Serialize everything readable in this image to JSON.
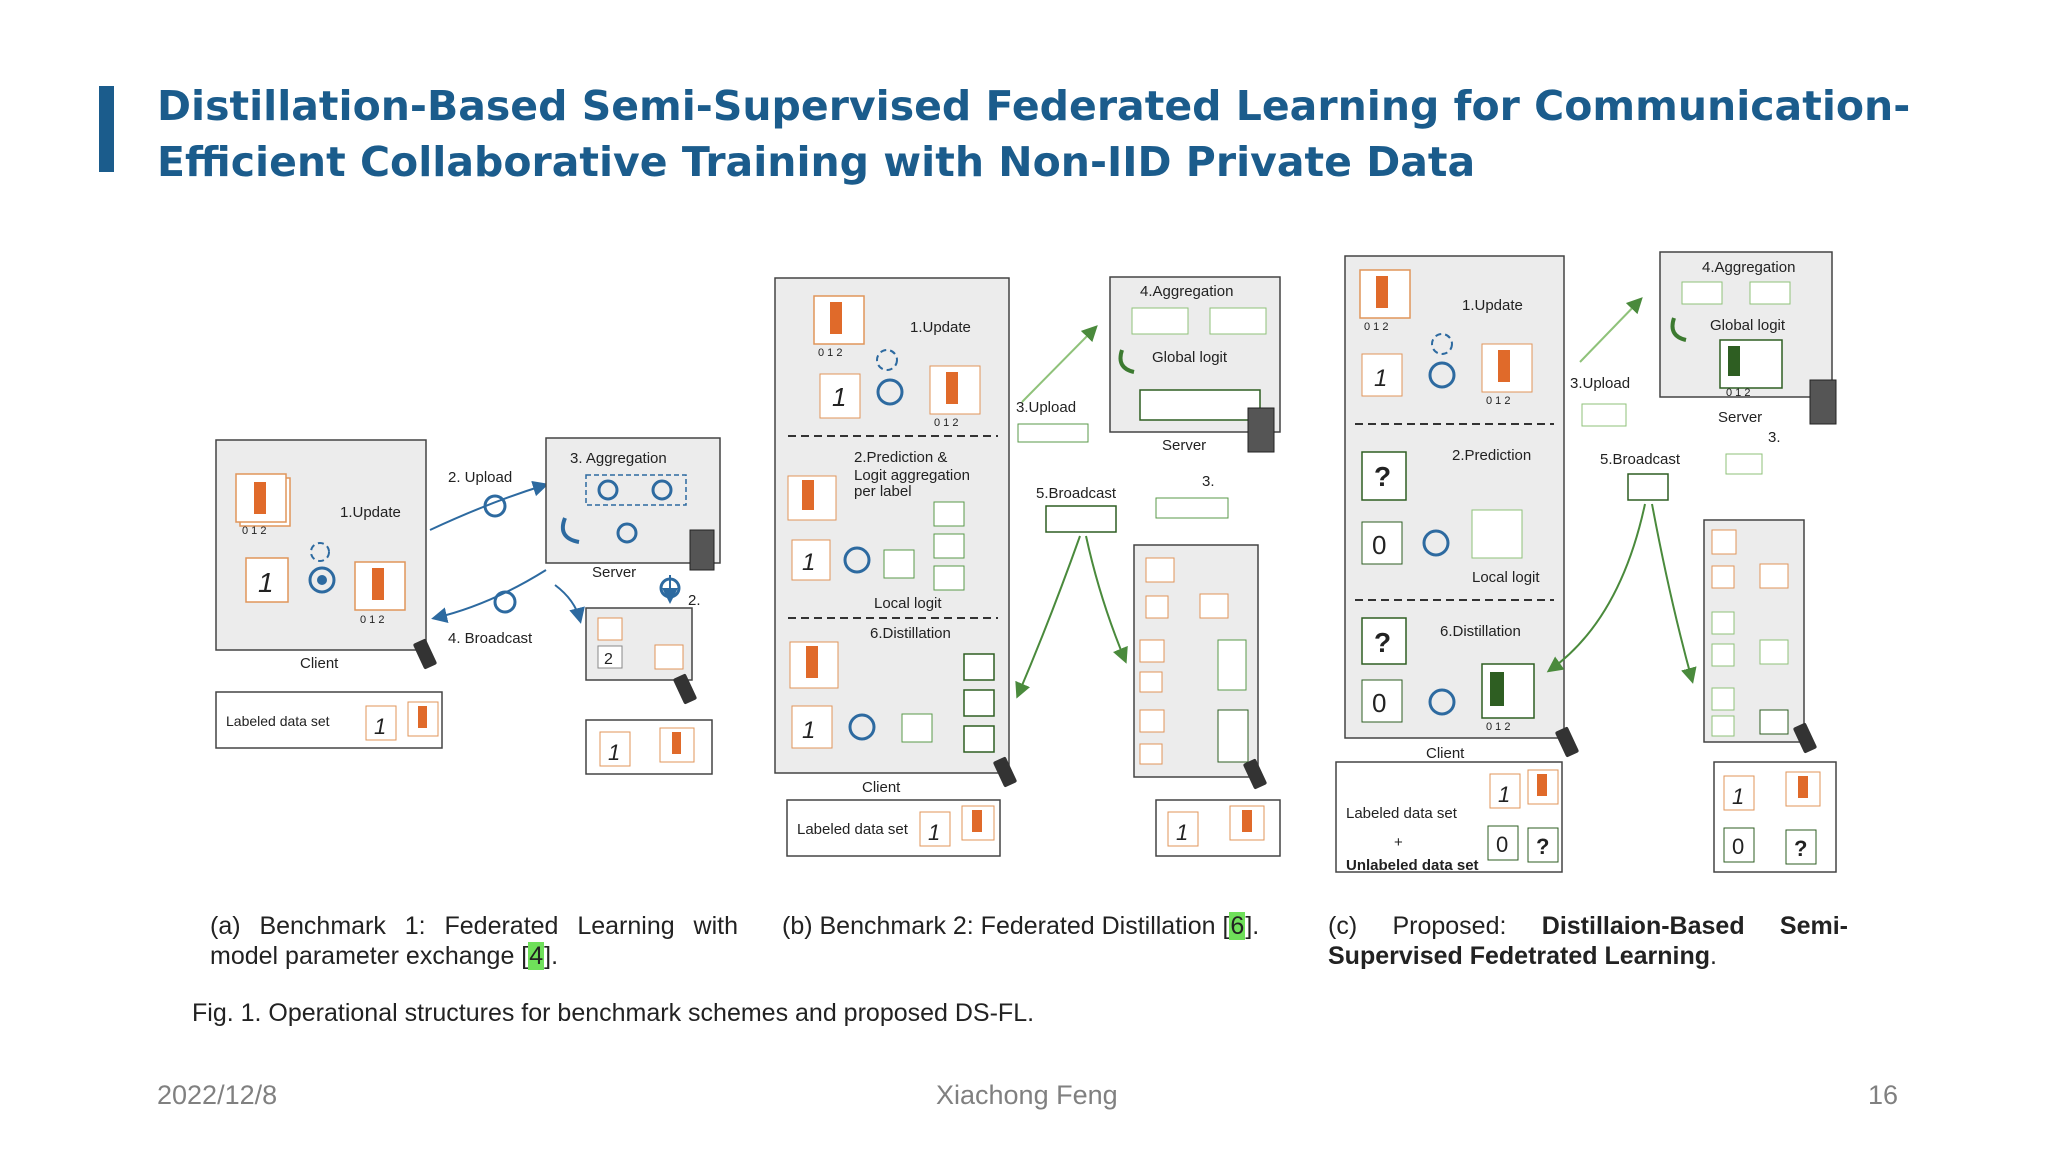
{
  "slide": {
    "title_line1": "Distillation-Based Semi-Supervised Federated Learning for Communication-",
    "title_line2": "Efficient Collaborative Training with Non-IID Private Data",
    "accent_color": "#1b5c8c"
  },
  "panel_a": {
    "update": "1.Update",
    "upload": "2. Upload",
    "aggregation": "3. Aggregation",
    "server": "Server",
    "broadcast": "4. Broadcast",
    "step2": "2.",
    "client": "Client",
    "labeled": "Labeled data set",
    "ticks": "0 1 2",
    "digit": "1",
    "digit2": "2"
  },
  "panel_b": {
    "update": "1.Update",
    "prediction_l1": "2.Prediction &",
    "prediction_l2": "Logit aggregation",
    "prediction_l3": "per label",
    "local_logit": "Local logit",
    "distillation": "6.Distillation",
    "client": "Client",
    "upload": "3.Upload",
    "aggregation": "4.Aggregation",
    "global_logit": "Global logit",
    "server": "Server",
    "broadcast": "5.Broadcast",
    "step3": "3.",
    "labeled": "Labeled data set",
    "ticks": "0 1 2",
    "digit": "1"
  },
  "panel_c": {
    "update": "1.Update",
    "prediction": "2.Prediction",
    "local_logit": "Local logit",
    "distillation": "6.Distillation",
    "client": "Client",
    "upload": "3.Upload",
    "aggregation": "4.Aggregation",
    "global_logit": "Global logit",
    "server": "Server",
    "broadcast": "5.Broadcast",
    "step3": "3.",
    "labeled": "Labeled data set",
    "plus": "+",
    "unlabeled": "Unlabeled data set",
    "question": "?",
    "ticks": "0 1 2",
    "digit": "1",
    "digit0": "0"
  },
  "captions": {
    "a_text1": "(a) Benchmark 1: Federated Learning with model parameter exchange [",
    "a_ref": "4",
    "a_text2": "].",
    "b_text1": "(b) Benchmark 2: Federated Distillation [",
    "b_ref": "6",
    "b_text2": "].",
    "c_text1": "(c) Proposed: ",
    "c_bold": "Distillaion-Based Semi-Supervised Fedetrated Learning",
    "c_text2": ".",
    "fig": "Fig. 1.  Operational structures for benchmark schemes and proposed DS-FL."
  },
  "footer": {
    "date": "2022/12/8",
    "author": "Xiachong Feng",
    "page": "16"
  }
}
